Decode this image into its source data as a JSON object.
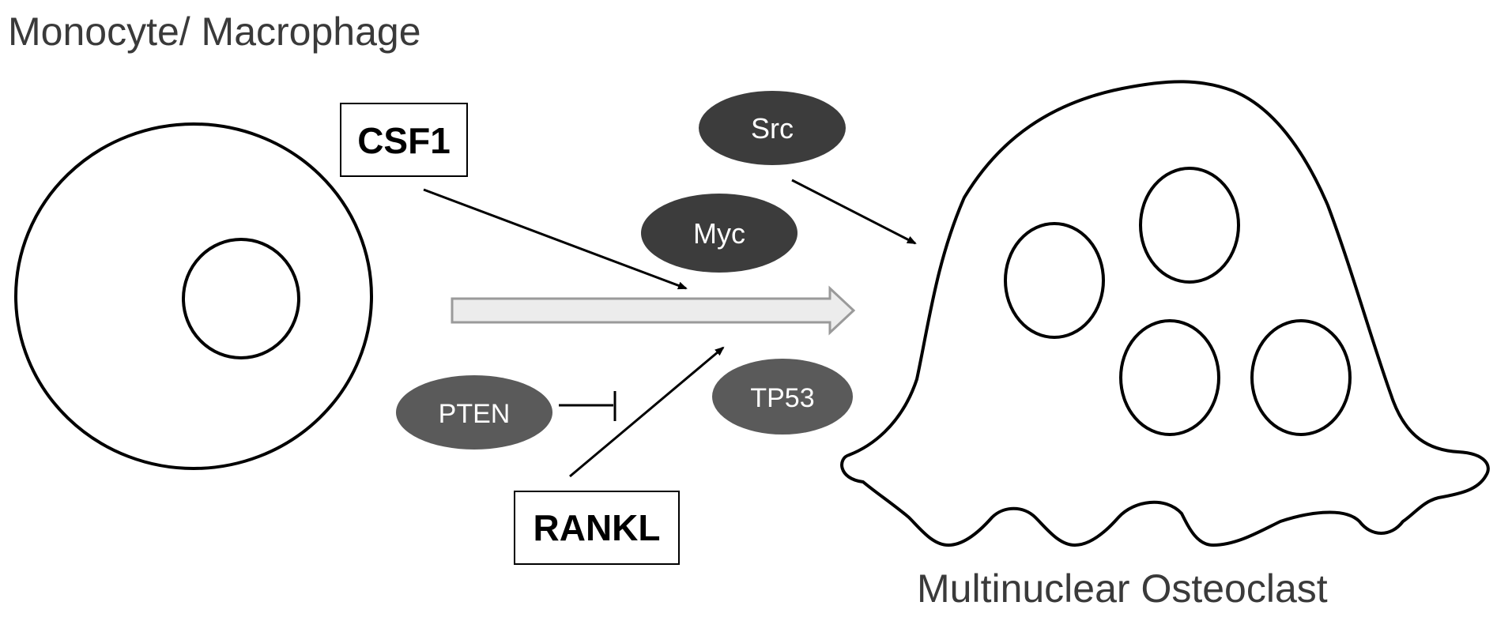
{
  "labels": {
    "top_left_title": "Monocyte/ Macrophage",
    "bottom_right_title": "Multinuclear Osteoclast"
  },
  "factors": {
    "csf1": "CSF1",
    "rankl": "RANKL",
    "src": "Src",
    "myc": "Myc",
    "pten": "PTEN",
    "tp53": "TP53"
  },
  "colors": {
    "stroke": "#000000",
    "title_text": "#3a3a3a",
    "dark_ellipse": "#3c3c3c",
    "mid_ellipse": "#5a5a5a",
    "ellipse_text": "#ffffff",
    "big_arrow_fill": "#ececec",
    "big_arrow_stroke": "#9a9a9a"
  }
}
